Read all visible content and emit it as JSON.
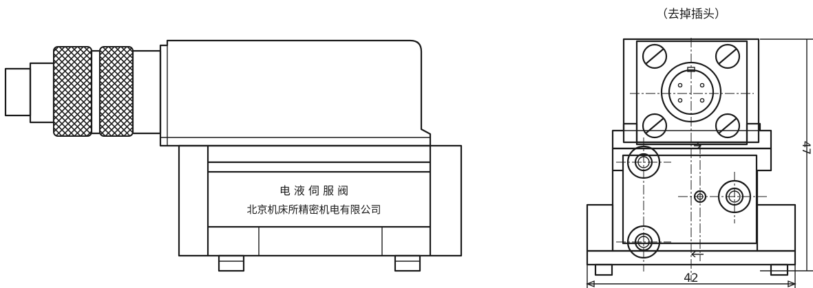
{
  "header_note": "（去掉插头）",
  "left_view": {
    "plate_line1": "电 液 伺 服 阀",
    "plate_line2": "北京机床所精密机电有限公司"
  },
  "right_view": {
    "width_dim": "42",
    "height_dim": "47"
  }
}
